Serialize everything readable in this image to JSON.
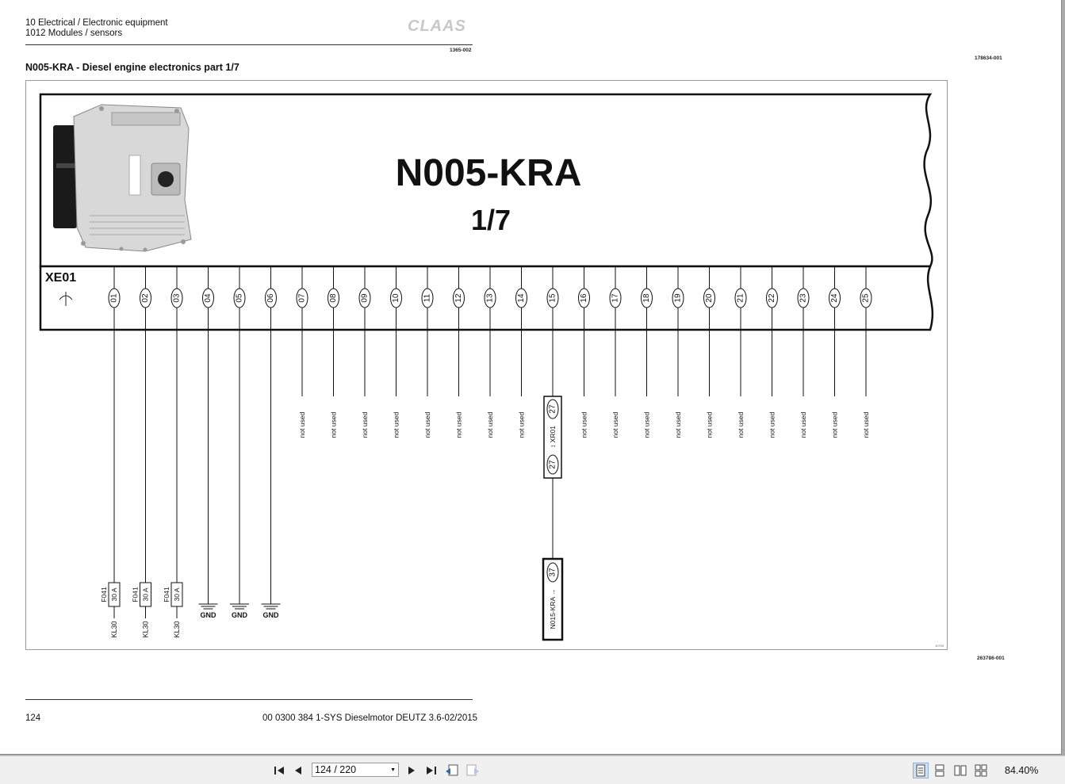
{
  "header": {
    "line1": "10 Electrical / Electronic equipment",
    "line2": "1012 Modules / sensors",
    "brand": "CLAAS",
    "ref_code": "1365-002",
    "side_code_top": "178634-001",
    "side_code_bottom": "263786-001"
  },
  "page_title": "N005-KRA - Diesel engine electronics part 1/7",
  "diagram": {
    "module_name": "N005-KRA",
    "part": "1/7",
    "connector": "XE01",
    "pins": [
      "01",
      "02",
      "03",
      "04",
      "05",
      "06",
      "07",
      "08",
      "09",
      "10",
      "11",
      "12",
      "13",
      "14",
      "15",
      "16",
      "17",
      "18",
      "19",
      "20",
      "21",
      "22",
      "23",
      "24",
      "25"
    ],
    "not_used_label": "not used",
    "fuse_id": "F041",
    "fuse_rating": "30 A",
    "supply_label": "KL30",
    "ground_label": "GND",
    "xr01_pin": "27",
    "xr01_label": "XR01",
    "n015_pin": "37",
    "n015_label": "N015-KRA",
    "frame_code": "10703"
  },
  "footer": {
    "page_number": "124",
    "doc_ref": "00 0300 384 1-SYS Dieselmotor DEUTZ 3.6-02/2015"
  },
  "viewer": {
    "page_display": "124 / 220",
    "zoom": "84.40%"
  }
}
